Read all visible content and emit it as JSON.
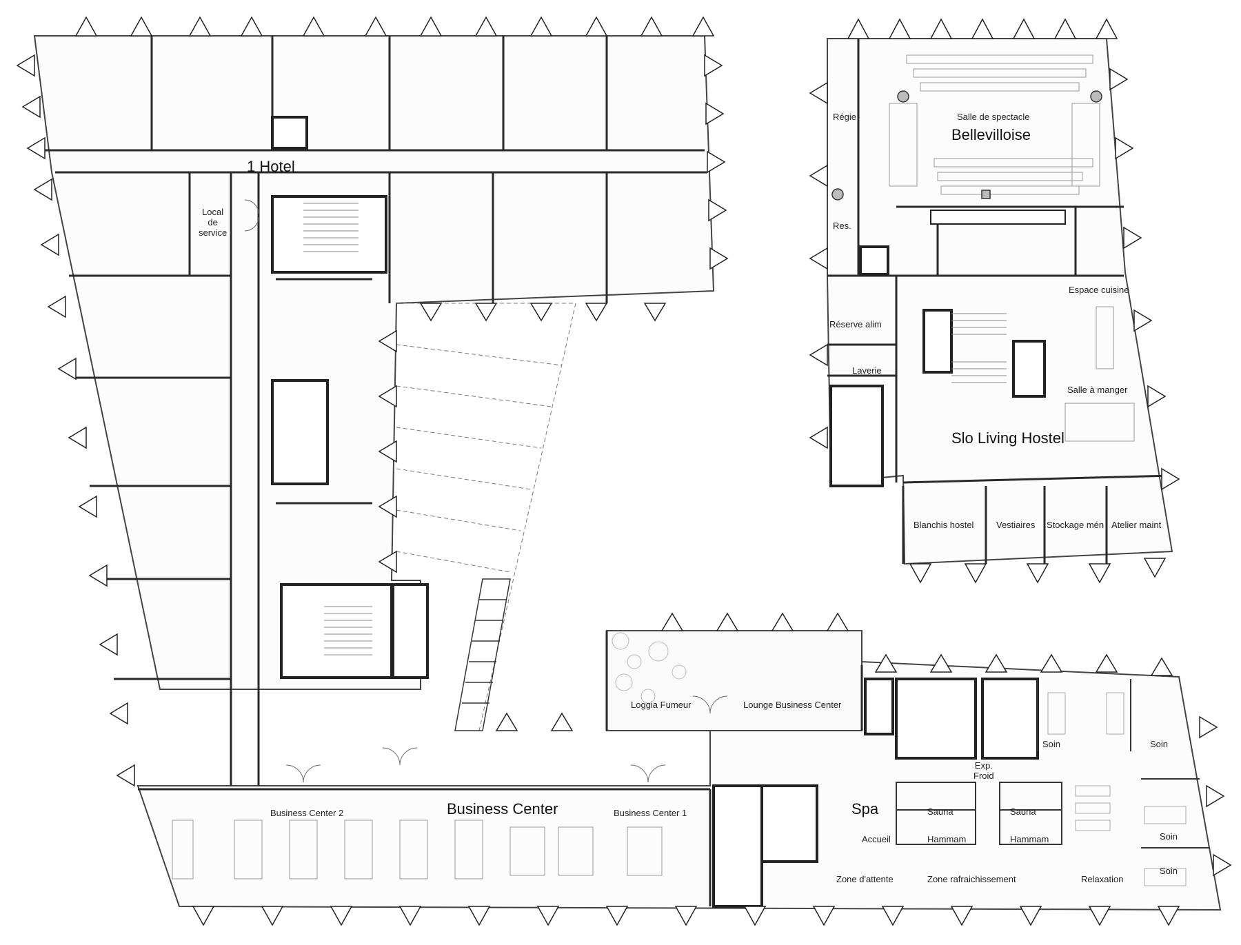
{
  "blocks": {
    "hotel": {
      "name": "1 Hotel",
      "local_service": [
        "Local",
        "de",
        "service"
      ]
    },
    "bellevilloise": {
      "subtitle": "Salle de spectacle",
      "name": "Bellevilloise",
      "regie": "Régie",
      "res": "Res."
    },
    "hostel": {
      "name": "Slo Living Hostel",
      "rooms": {
        "espace_cuisine": "Espace cuisine",
        "reserve_alim": "Réserve alim",
        "laverie": "Laverie",
        "salle_manger": "Salle à manger",
        "blanchis": "Blanchis hostel",
        "vestiaires": "Vestiaires",
        "stockage": "Stockage mén",
        "atelier": "Atelier maint"
      }
    },
    "business": {
      "name": "Business Center",
      "bc1": "Business Center 1",
      "bc2": "Business Center 2",
      "loggia": "Loggia Fumeur",
      "lounge": "Lounge Business Center"
    },
    "spa": {
      "name": "Spa",
      "accueil": "Accueil",
      "zone_attente": "Zone d'attente",
      "zone_rafraichissement": "Zone rafraichissement",
      "relaxation": "Relaxation",
      "sauna": "Sauna",
      "hammam": "Hammam",
      "exp_froid": [
        "Exp.",
        "Froid"
      ],
      "soin": "Soin"
    }
  },
  "colors": {
    "line": "#444444",
    "wall": "#2a2a2a",
    "bg": "#ffffff"
  }
}
